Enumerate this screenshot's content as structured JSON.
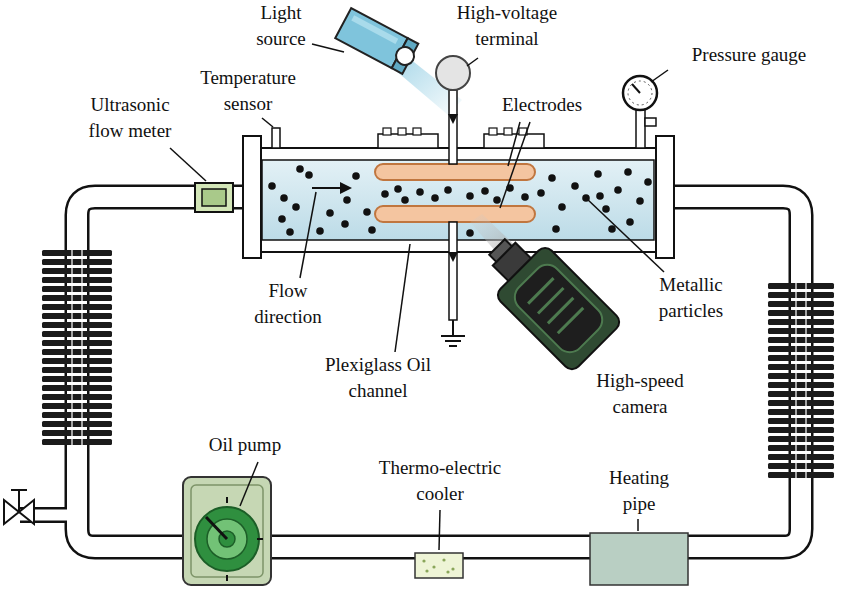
{
  "diagram": {
    "labels": [
      "Light source",
      "High-voltage terminal",
      "Pressure gauge",
      "Temperature sensor",
      "Ultrasonic flow meter",
      "Electrodes",
      "Flow direction",
      "Metallic particles",
      "Plexiglass Oil channel",
      "High-speed camera",
      "Oil pump",
      "Thermo-electric cooler",
      "Heating pipe"
    ]
  }
}
